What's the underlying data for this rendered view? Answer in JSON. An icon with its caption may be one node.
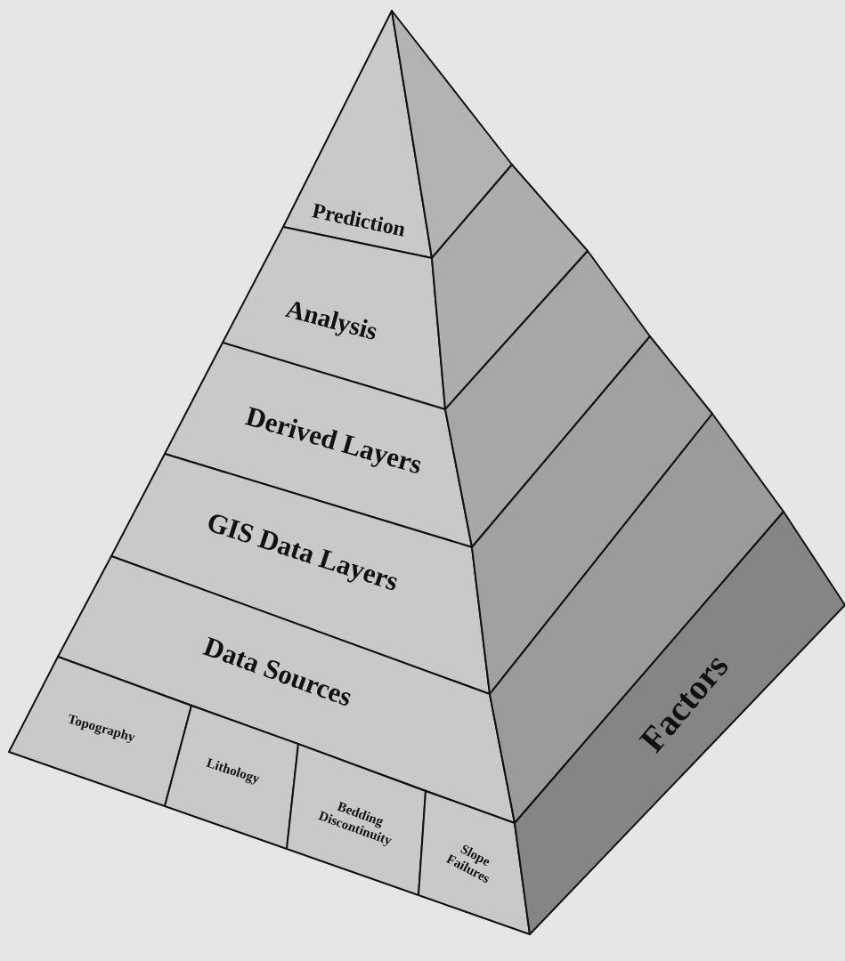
{
  "diagram": {
    "nodes": [
      {
        "text": [
          "Prediction"
        ]
      },
      {
        "text": [
          "Analysis"
        ]
      },
      {
        "text": [
          "Derived Layers"
        ]
      },
      {
        "text": [
          "GIS Data Layers"
        ]
      },
      {
        "text": [
          "Data Sources"
        ]
      },
      {
        "text": [
          "Topography"
        ]
      },
      {
        "text": [
          "Lithology"
        ]
      },
      {
        "text": [
          "Bedding Discontinuity"
        ]
      },
      {
        "text": [
          "Slope Failures"
        ]
      },
      {
        "text": [],
        "shape": "band"
      },
      {
        "text": [],
        "shape": "band"
      },
      {
        "text": [],
        "shape": "band"
      },
      {
        "text": [],
        "shape": "band"
      },
      {
        "text": [],
        "shape": "band"
      },
      {
        "text": [
          "Factors"
        ]
      }
    ]
  }
}
